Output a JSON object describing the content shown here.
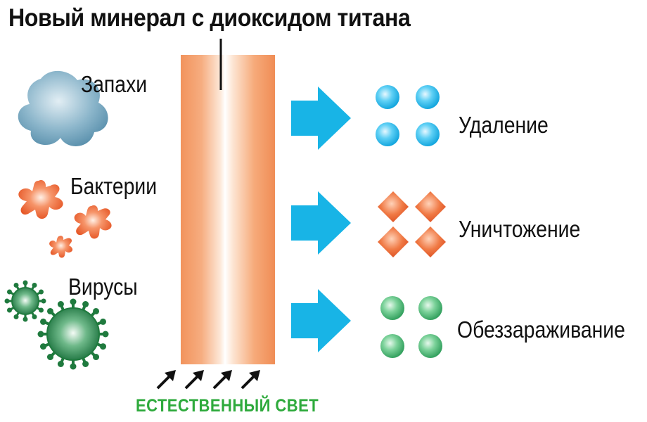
{
  "title": "Новый минерал с диоксидом титана",
  "inputs": {
    "odors": "Запахи",
    "bacteria": "Бактерии",
    "viruses": "Вирусы"
  },
  "outputs": {
    "removal": "Удаление",
    "destruction": "Уничтожение",
    "disinfection": "Обеззараживание"
  },
  "light_label": "ЕСТЕСТВЕННЫЙ СВЕТ",
  "colors": {
    "odor_blob": "#5a95b2",
    "bacteria": "#e8552a",
    "virus": "#1f7a3e",
    "filter": "#f4a06a",
    "arrow": "#18b4e6",
    "removal_dot": "#1bb0e4",
    "destruction_diamond": "#e65a25",
    "disinfection_dot": "#3eb36a",
    "light_text": "#2eaa3c"
  }
}
